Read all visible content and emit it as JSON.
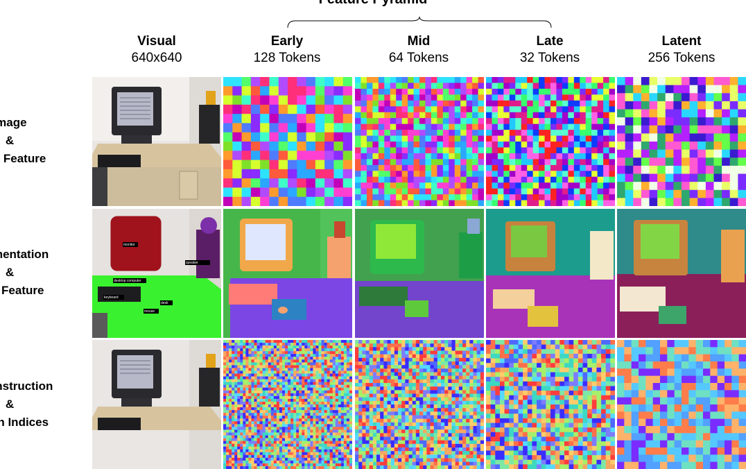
{
  "figure": {
    "pyramid_title": "Feature Pyramid",
    "columns": [
      {
        "title": "Visual",
        "subtitle": "640x640"
      },
      {
        "title": "Early",
        "subtitle": "128 Tokens"
      },
      {
        "title": "Mid",
        "subtitle": "64 Tokens"
      },
      {
        "title": "Late",
        "subtitle": "32 Tokens"
      },
      {
        "title": "Latent",
        "subtitle": "256 Tokens"
      }
    ],
    "rows": [
      {
        "label_line1": "Image",
        "label_line2": "&",
        "label_line3": "CLIP Feature"
      },
      {
        "label_line1": "Segmentation",
        "label_line2": "&",
        "label_line3": "SAT Feature"
      },
      {
        "label_line1": "Reconstruction",
        "label_line2": "&",
        "label_line3": "Token Indices"
      }
    ],
    "seg_labels": [
      "monitor",
      "desktop computer",
      "speaker",
      "keyboard",
      "mouse",
      "desk"
    ]
  }
}
